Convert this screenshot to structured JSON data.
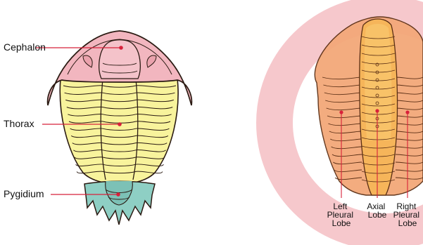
{
  "left_diagram": {
    "labels": {
      "cephalon": "Cephalon",
      "thorax": "Thorax",
      "pygidium": "Pygidium"
    },
    "colors": {
      "cephalon": "#f2b6bf",
      "thorax": "#f8f39c",
      "pygidium": "#8ecfc4",
      "pointer": "#d8213a",
      "outline": "#2a1a12"
    }
  },
  "right_diagram": {
    "labels": {
      "left_pleural": [
        "Left",
        "Pleural",
        "Lobe"
      ],
      "axial": [
        "Axial",
        "Lobe"
      ],
      "right_pleural": [
        "Right",
        "Pleural",
        "Lobe"
      ]
    },
    "colors": {
      "pleural": "#f3a879",
      "axial": "#f6b55a",
      "axial_highlight": "#f9c66c",
      "background_ring": "#f6c8cc",
      "pointer": "#d8213a",
      "outline": "#5a2e14"
    }
  }
}
